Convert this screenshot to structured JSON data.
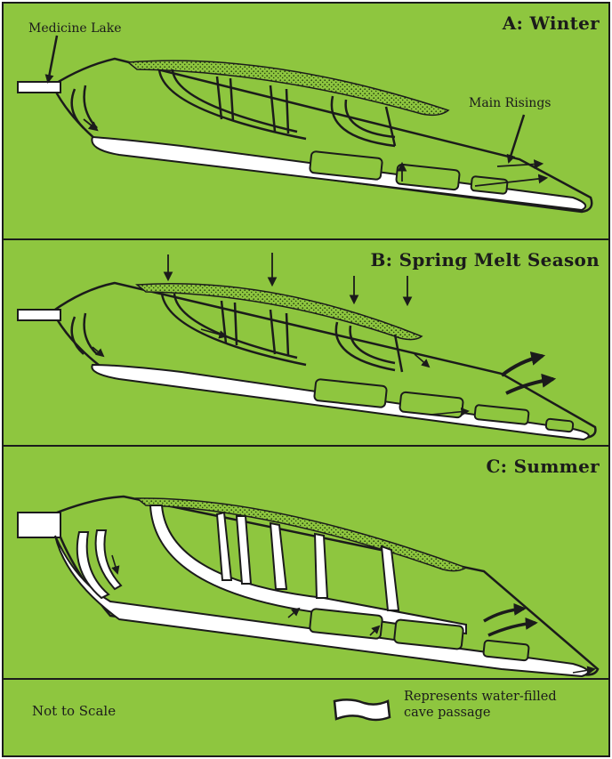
{
  "panels": [
    {
      "id": "A",
      "title": "A: Winter"
    },
    {
      "id": "B",
      "title": "B: Spring Melt Season"
    },
    {
      "id": "C",
      "title": "C: Summer"
    }
  ],
  "callouts": {
    "lake": "Medicine Lake",
    "risings": "Main Risings"
  },
  "legend": {
    "note": "Not to Scale",
    "line1": "Represents water-filled",
    "line2": "cave passage",
    "symbol": "water-filled-passage-swatch"
  },
  "colors": {
    "background": "#8ec63f",
    "ink": "#1b1b1b",
    "water": "#ffffff",
    "stipple": "#5f8f2a"
  },
  "flow_arrows": {
    "A": {
      "downward_inputs": 0,
      "outflow_springs": 2
    },
    "B": {
      "downward_inputs": 4,
      "outflow_springs": 2
    },
    "C": {
      "downward_inputs": 0,
      "outflow_springs": 2
    }
  }
}
